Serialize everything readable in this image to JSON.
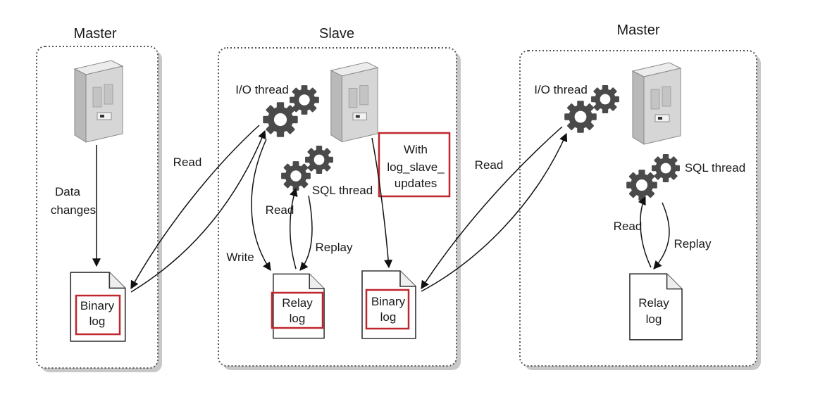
{
  "panels": [
    {
      "title": "Master",
      "labels": {
        "read": "Read",
        "data_changes_1": "Data",
        "data_changes_2": "changes"
      },
      "binary_log": [
        "Binary",
        "log"
      ]
    },
    {
      "title": "Slave",
      "labels": {
        "io_thread": "I/O thread",
        "sql_thread": "SQL thread",
        "read": "Read",
        "write": "Write",
        "replay": "Replay"
      },
      "relay_log": [
        "Relay",
        "log"
      ],
      "binary_log": [
        "Binary",
        "log"
      ],
      "note": [
        "With",
        "log_slave_",
        "updates"
      ]
    },
    {
      "title": "Master",
      "labels": {
        "read_left": "Read",
        "io_thread": "I/O thread",
        "sql_thread": "SQL thread",
        "read": "Read",
        "replay": "Replay"
      },
      "relay_log": [
        "Relay",
        "log"
      ]
    }
  ],
  "colors": {
    "highlight": "#c0262d",
    "gear": "#4a4a4a",
    "server": "#d6d6d6"
  }
}
